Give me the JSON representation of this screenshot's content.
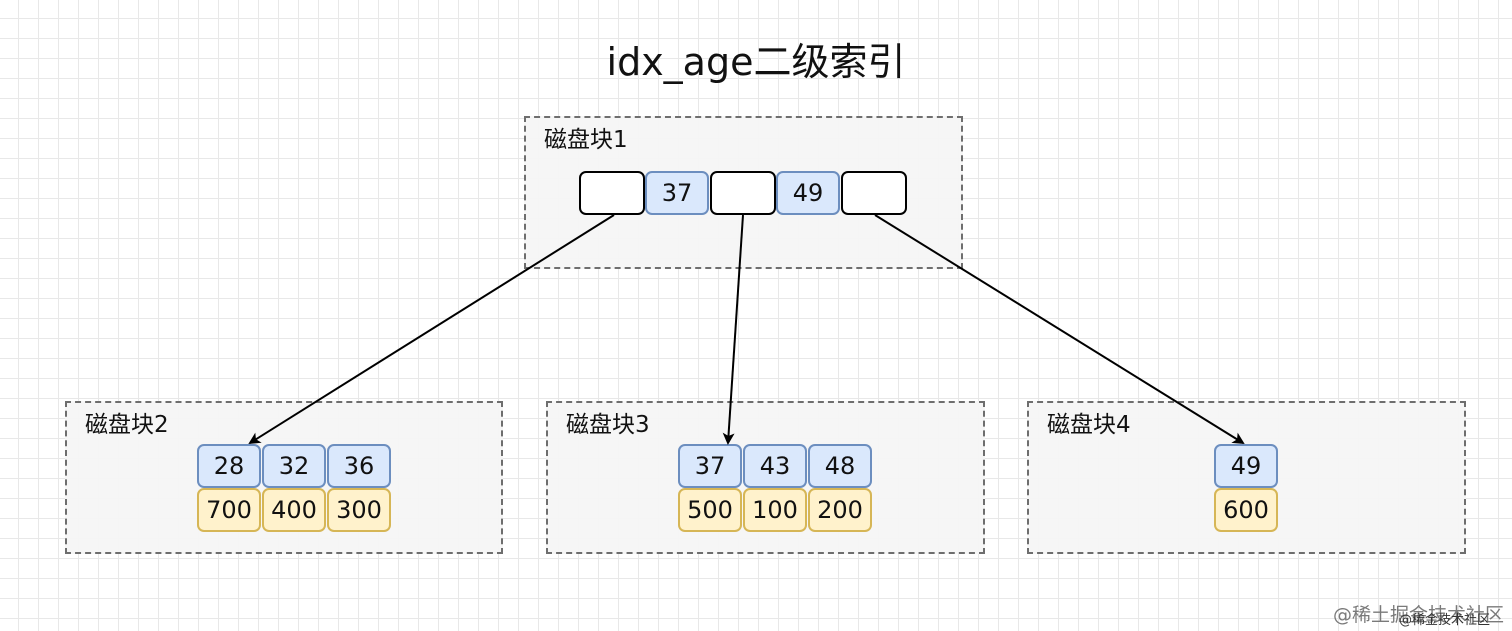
{
  "title": "idx_age二级索引",
  "root": {
    "label": "磁盘块1",
    "keys": [
      "37",
      "49"
    ]
  },
  "leaves": [
    {
      "label": "磁盘块2",
      "keys": [
        "28",
        "32",
        "36"
      ],
      "values": [
        "700",
        "400",
        "300"
      ]
    },
    {
      "label": "磁盘块3",
      "keys": [
        "37",
        "43",
        "48"
      ],
      "values": [
        "500",
        "100",
        "200"
      ]
    },
    {
      "label": "磁盘块4",
      "keys": [
        "49"
      ],
      "values": [
        "600"
      ]
    }
  ],
  "watermark": "@稀土掘金技术社区",
  "watermark_sub": "@稀金技术社区",
  "colors": {
    "key_fill": "#dae8fc",
    "key_border": "#6c8ebf",
    "value_fill": "#fff2cc",
    "value_border": "#d6b656",
    "pointer_border": "#000000"
  }
}
